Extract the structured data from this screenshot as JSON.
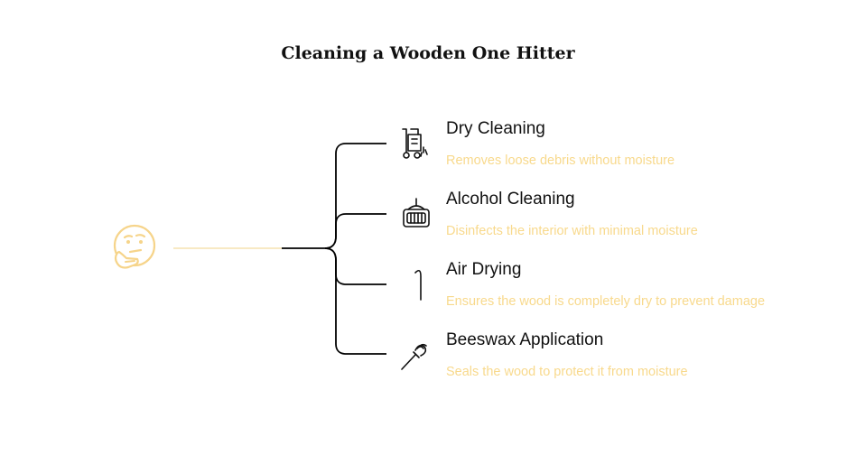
{
  "title": "Cleaning a Wooden One Hitter",
  "colors": {
    "line": "#000000",
    "accent": "#f6d48a",
    "description_text": "#f8d98c",
    "title_text": "#111111"
  },
  "root_icon": "thinking-face-icon",
  "items": [
    {
      "title": "Dry Cleaning",
      "description": "Removes loose debris without moisture",
      "icon": "cleaning-cart-icon"
    },
    {
      "title": "Alcohol Cleaning",
      "description": "Disinfects the interior with minimal moisture",
      "icon": "brush-icon"
    },
    {
      "title": "Air Drying",
      "description": "Ensures the wood is completely dry to prevent damage",
      "icon": "pipe-icon"
    },
    {
      "title": "Beeswax Application",
      "description": "Seals the wood to protect it from moisture",
      "icon": "wax-applicator-icon"
    }
  ]
}
